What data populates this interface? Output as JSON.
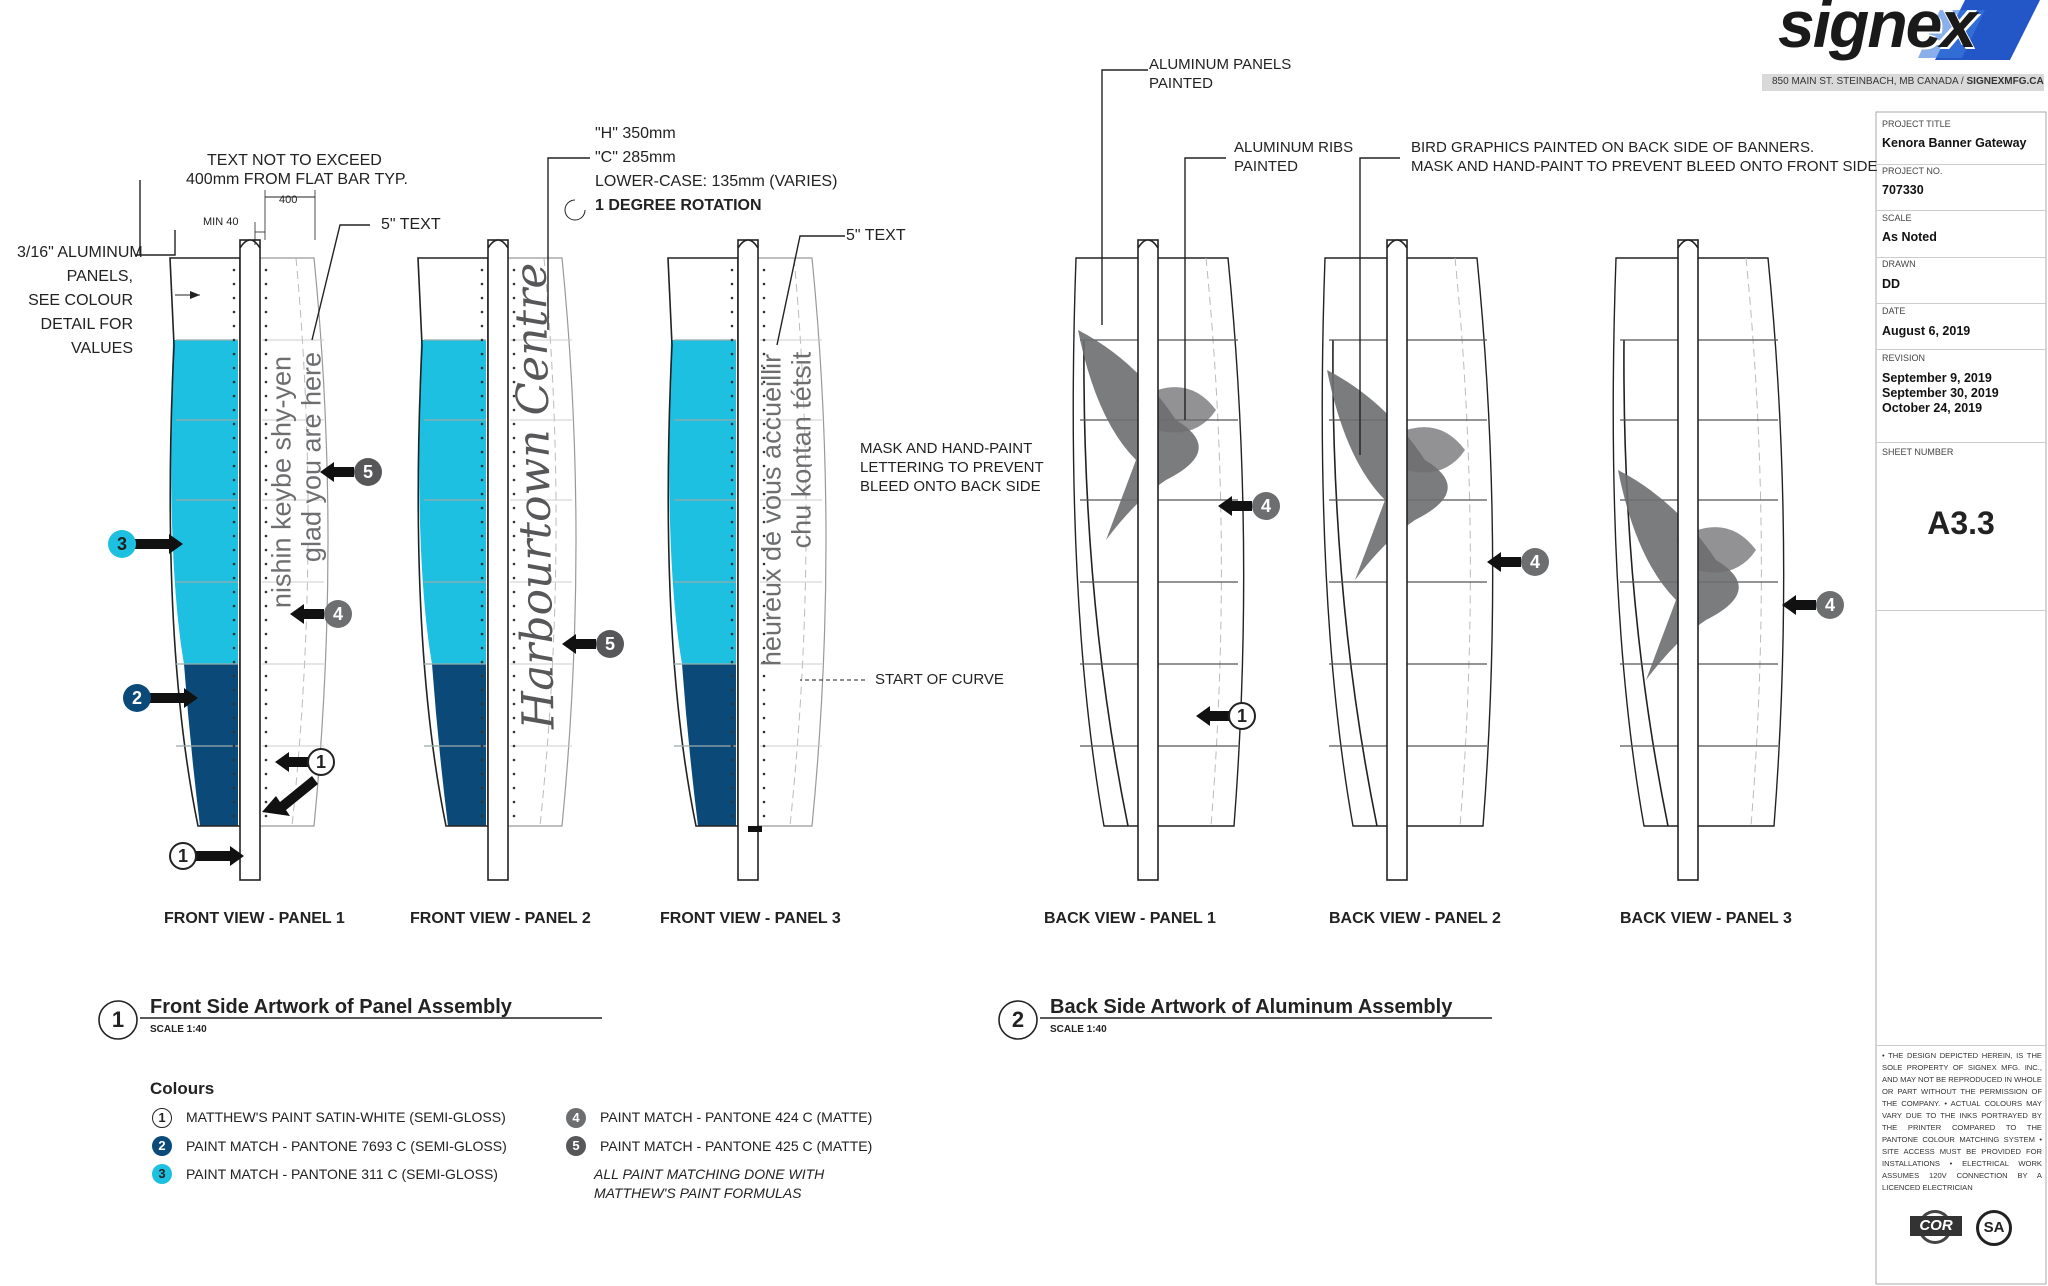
{
  "brand": {
    "logo_text": "signex",
    "address": "850 MAIN ST. STEINBACH, MB CANADA / ",
    "website": "SIGNEXMFG.CA"
  },
  "title_block": {
    "project_title_label": "PROJECT TITLE",
    "project_title": "Kenora Banner Gateway",
    "project_no_label": "PROJECT NO.",
    "project_no": "707330",
    "scale_label": "SCALE",
    "scale": "As Noted",
    "drawn_label": "DRAWN",
    "drawn": "DD",
    "date_label": "DATE",
    "date": "August 6, 2019",
    "revision_label": "REVISION",
    "revisions": [
      "September 9, 2019",
      "September 30, 2019",
      "October 24, 2019"
    ],
    "sheet_label": "SHEET NUMBER",
    "sheet": "A3.3",
    "disclaimer": "• THE DESIGN DEPICTED HEREIN, IS THE SOLE PROPERTY OF SIGNEX MFG. INC., AND MAY NOT BE REPRODUCED IN WHOLE OR PART WITHOUT THE PERMISSION OF THE COMPANY. • ACTUAL COLOURS MAY VARY DUE TO THE INKS PORTRAYED BY THE PRINTER COMPARED TO THE PANTONE COLOUR MATCHING SYSTEM • SITE ACCESS MUST BE PROVIDED FOR INSTALLATIONS • ELECTRICAL WORK ASSUMES 120V CONNECTION BY A LICENCED ELECTRICIAN",
    "cor_logo": "COR",
    "csa_logo": "SA"
  },
  "annotations": {
    "text_limit_1": "TEXT NOT TO EXCEED",
    "text_limit_2": "400mm FROM FLAT BAR TYP.",
    "dim_400": "400",
    "min_40": "MIN 40",
    "five_text_a": "5\" TEXT",
    "five_text_b": "5\" TEXT",
    "panels_1": "3/16\" ALUMINUM",
    "panels_2": "PANELS,",
    "panels_3": "SEE COLOUR",
    "panels_4": "DETAIL FOR",
    "panels_5": "VALUES",
    "h_size": "\"H\" 350mm",
    "c_size": "\"C\" 285mm",
    "lower_size": "LOWER-CASE: 135mm (VARIES)",
    "rotation": "1 DEGREE ROTATION",
    "mask_1": "MASK AND HAND-PAINT",
    "mask_2": "LETTERING TO PREVENT",
    "mask_3": "BLEED ONTO BACK SIDE",
    "start_curve": "START OF CURVE",
    "alu_panels_1": "ALUMINUM PANELS",
    "alu_panels_2": "PAINTED",
    "alu_ribs_1": "ALUMINUM RIBS",
    "alu_ribs_2": "PAINTED",
    "bird_1": "BIRD GRAPHICS PAINTED ON BACK SIDE OF BANNERS.",
    "bird_2": "MASK AND HAND-PAINT TO PREVENT BLEED ONTO FRONT SIDE"
  },
  "banner_text": {
    "panel1_line1": "nishin keybe shy-yen",
    "panel1_line2": "glad you are here",
    "panel2_script": "Harbourtown Centre",
    "panel3_line1": "heureux de vous accueillir",
    "panel3_line2": "chu kontan tétsit"
  },
  "view_captions": {
    "front_1": "FRONT VIEW - PANEL 1",
    "front_2": "FRONT VIEW - PANEL 2",
    "front_3": "FRONT VIEW - PANEL 3",
    "back_1": "BACK VIEW - PANEL 1",
    "back_2": "BACK VIEW - PANEL 2",
    "back_3": "BACK VIEW - PANEL 3"
  },
  "callouts": {
    "one": "1",
    "two": "2",
    "three": "3",
    "four": "4",
    "five": "5"
  },
  "sections": {
    "front_num": "1",
    "front_title": "Front Side Artwork of Panel Assembly",
    "front_scale": "SCALE 1:40",
    "back_num": "2",
    "back_title": "Back Side Artwork of Aluminum Assembly",
    "back_scale": "SCALE 1:40"
  },
  "colours": {
    "heading": "Colours",
    "items": [
      {
        "num": "1",
        "label": "MATTHEW'S PAINT SATIN-WHITE (SEMI-GLOSS)",
        "color": "#ffffff"
      },
      {
        "num": "2",
        "label": "PAINT MATCH - PANTONE 7693 C (SEMI-GLOSS)",
        "color": "#0b4a78"
      },
      {
        "num": "3",
        "label": "PAINT MATCH - PANTONE 311 C (SEMI-GLOSS)",
        "color": "#1ec0e1"
      },
      {
        "num": "4",
        "label": "PAINT MATCH - PANTONE 424 C (MATTE)",
        "color": "#6d6e70"
      },
      {
        "num": "5",
        "label": "PAINT MATCH - PANTONE 425 C (MATTE)",
        "color": "#575759"
      }
    ],
    "note_1": "ALL PAINT MATCHING DONE WITH",
    "note_2": "MATTHEW'S PAINT FORMULAS"
  }
}
